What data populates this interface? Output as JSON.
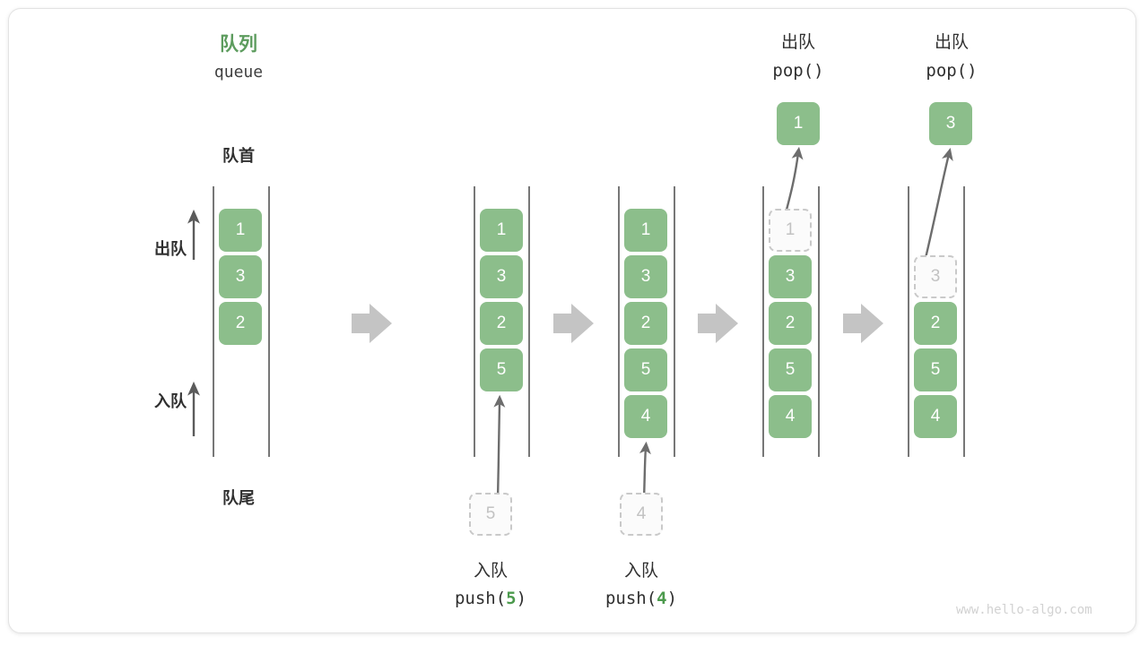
{
  "diagram": {
    "title_cn": "队列",
    "title_en": "queue",
    "front_label": "队首",
    "rear_label": "队尾",
    "dequeue_label": "出队",
    "enqueue_label": "入队",
    "accent_color": "#5d9c5e",
    "element_color": "#8cbe8b",
    "ghost_color": "#c2c2c2",
    "arrow_color": "#bfbfbf",
    "watermark": "www.hello-algo.com"
  },
  "stages": [
    {
      "name": "initial",
      "cells": [
        {
          "value": "1",
          "state": "filled"
        },
        {
          "value": "3",
          "state": "filled"
        },
        {
          "value": "2",
          "state": "filled"
        }
      ]
    },
    {
      "name": "after-push-5",
      "cells": [
        {
          "value": "1",
          "state": "filled"
        },
        {
          "value": "3",
          "state": "filled"
        },
        {
          "value": "2",
          "state": "filled"
        },
        {
          "value": "5",
          "state": "filled"
        }
      ]
    },
    {
      "name": "after-push-4",
      "cells": [
        {
          "value": "1",
          "state": "filled"
        },
        {
          "value": "3",
          "state": "filled"
        },
        {
          "value": "2",
          "state": "filled"
        },
        {
          "value": "5",
          "state": "filled"
        },
        {
          "value": "4",
          "state": "filled"
        }
      ]
    },
    {
      "name": "after-pop-1",
      "cells": [
        {
          "value": "1",
          "state": "ghost"
        },
        {
          "value": "3",
          "state": "filled"
        },
        {
          "value": "2",
          "state": "filled"
        },
        {
          "value": "5",
          "state": "filled"
        },
        {
          "value": "4",
          "state": "filled"
        }
      ]
    },
    {
      "name": "after-pop-3",
      "cells": [
        {
          "value": "",
          "state": "empty"
        },
        {
          "value": "3",
          "state": "ghost"
        },
        {
          "value": "2",
          "state": "filled"
        },
        {
          "value": "5",
          "state": "filled"
        },
        {
          "value": "4",
          "state": "filled"
        }
      ]
    }
  ],
  "operations": {
    "push_5": {
      "ghost_value": "5",
      "cn": "入队",
      "code_prefix": "push(",
      "code_num": "5",
      "code_suffix": ")"
    },
    "push_4": {
      "ghost_value": "4",
      "cn": "入队",
      "code_prefix": "push(",
      "code_num": "4",
      "code_suffix": ")"
    },
    "pop_1": {
      "cn": "出队",
      "code": "pop()",
      "popped_value": "1"
    },
    "pop_3": {
      "cn": "出队",
      "code": "pop()",
      "popped_value": "3"
    }
  }
}
